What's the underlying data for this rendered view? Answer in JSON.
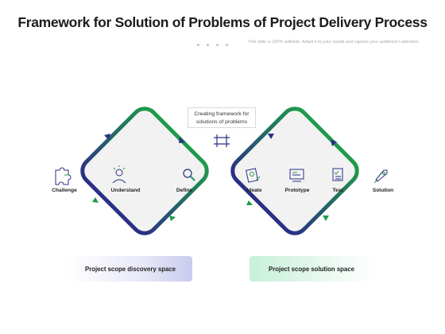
{
  "header": {
    "title": "Framework for Solution of Problems of Project Delivery Process",
    "subtitle": "This slide is 100% editable. Adapt it to your needs and capture your audience's attention."
  },
  "callout": {
    "line1": "Creating framework for",
    "line2": "solutions of problems"
  },
  "stages": {
    "challenge": "Challenge",
    "understand": "Understand",
    "define": "Define",
    "ideate": "Ideate",
    "prototype": "Prototype",
    "test": "Test",
    "solution": "Solution"
  },
  "spaces": {
    "discovery": "Project scope discovery space",
    "solution": "Project scope solution space"
  },
  "colors": {
    "green": "#1f9a4b",
    "navy": "#2a2f86",
    "diamond_fill": "#f2f2f2"
  }
}
